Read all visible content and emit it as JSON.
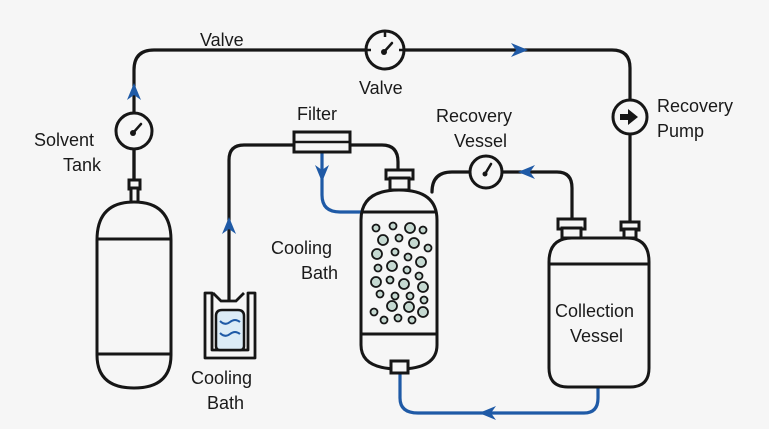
{
  "diagram": {
    "type": "process-flow-schematic",
    "colors": {
      "pipe": "#161616",
      "flow_arrow": "#1f5aa6",
      "packing": "#c5d9d1",
      "bath_liquid": "#dcecf7",
      "background": "#f6f6f6"
    },
    "labels": {
      "valve_top_left": "Valve",
      "valve_gauge": "Valve",
      "solvent_tank_line1": "Solvent",
      "solvent_tank_line2": "Tank",
      "filter": "Filter",
      "recovery_vessel_line1": "Recovery",
      "recovery_vessel_line2": "Vessel",
      "recovery_pump_line1": "Recovery",
      "recovery_pump_line2": "Pump",
      "cooling_bath_column_line1": "Cooling",
      "cooling_bath_column_line2": "Bath",
      "cooling_bath_line1": "Cooling",
      "cooling_bath_line2": "Bath",
      "collection_vessel_line1": "Collection",
      "collection_vessel_line2": "Vessel"
    },
    "components": [
      {
        "id": "solvent-tank",
        "name": "Solvent Tank",
        "kind": "pressure-cylinder"
      },
      {
        "id": "pressure-gauge-solvent",
        "name": "Gauge",
        "kind": "gauge"
      },
      {
        "id": "valve-top",
        "name": "Valve",
        "kind": "gauge-valve"
      },
      {
        "id": "recovery-pump",
        "name": "Recovery Pump",
        "kind": "pump"
      },
      {
        "id": "collection-vessel",
        "name": "Collection Vessel",
        "kind": "vessel"
      },
      {
        "id": "recovery-gauge",
        "name": "Recovery Vessel gauge",
        "kind": "gauge"
      },
      {
        "id": "packed-column",
        "name": "Cooling Bath column",
        "kind": "packed-column"
      },
      {
        "id": "filter",
        "name": "Filter",
        "kind": "inline-filter"
      },
      {
        "id": "cooling-bath",
        "name": "Cooling Bath",
        "kind": "bath"
      }
    ],
    "flow_arrows": [
      {
        "on": "solvent-line",
        "direction": "up"
      },
      {
        "on": "top-line",
        "direction": "right"
      },
      {
        "on": "recovery-line",
        "direction": "left"
      },
      {
        "on": "filter-drop",
        "direction": "down"
      },
      {
        "on": "cooling-bath-line",
        "direction": "up"
      },
      {
        "on": "bottom-return",
        "direction": "left"
      }
    ]
  }
}
